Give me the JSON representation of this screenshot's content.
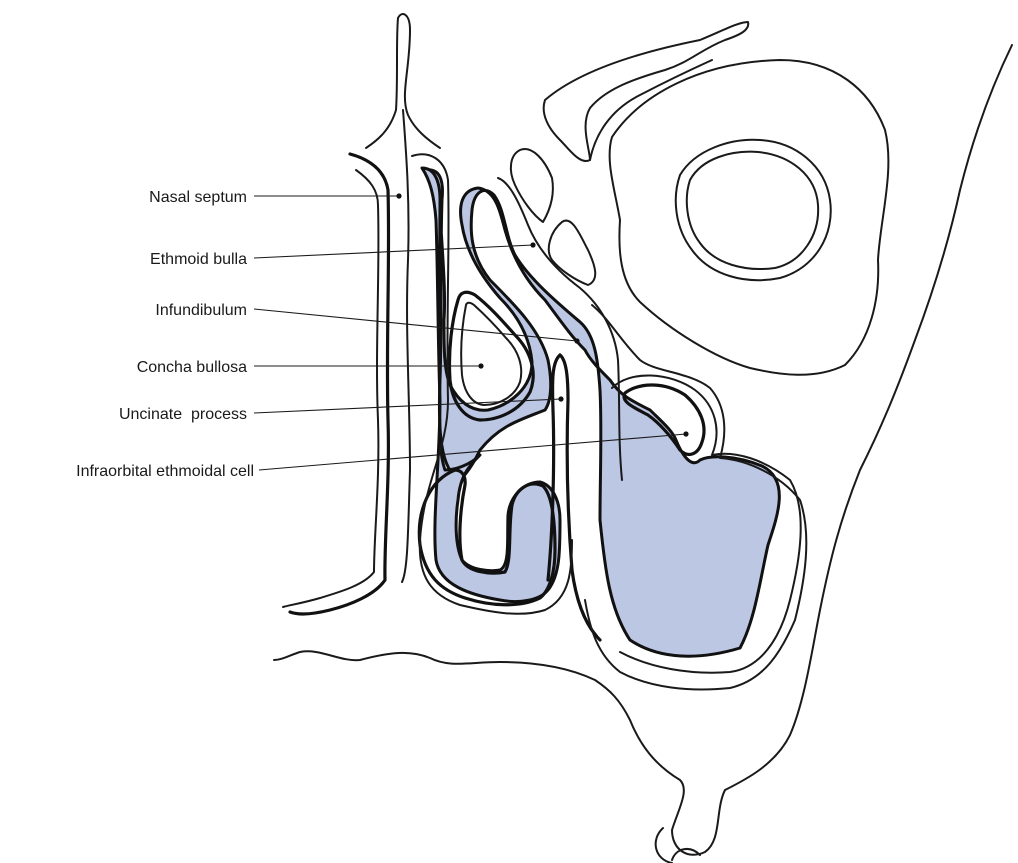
{
  "colors": {
    "sinus_fill": "#bcc7e4",
    "outline": "#1a1a1a",
    "background": "#ffffff"
  },
  "labels": [
    {
      "id": "nasal-septum",
      "text": "Nasal septum"
    },
    {
      "id": "ethmoid-bulla",
      "text": "Ethmoid bulla"
    },
    {
      "id": "infundibulum",
      "text": "Infundibulum"
    },
    {
      "id": "concha-bullosa",
      "text": "Concha bullosa"
    },
    {
      "id": "uncinate-process",
      "text": "Uncinate  process"
    },
    {
      "id": "infraorbital-ethmoidal-cell",
      "text": "Infraorbital ethmoidal cell"
    }
  ]
}
